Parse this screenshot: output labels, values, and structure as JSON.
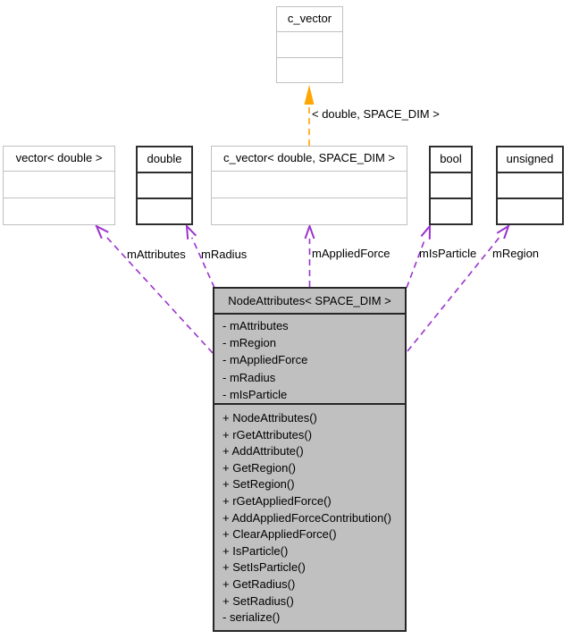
{
  "diagram": {
    "kind": "uml-collaboration-graph",
    "colors": {
      "usage_arrow": "#9a32cd",
      "template_arrow": "#ffa500",
      "light_border": "#c0c0c0",
      "dark_border": "#2e2e2e",
      "main_border": "#262626",
      "main_fill": "#c0c0c0",
      "node_fill": "#ffffff",
      "text": "#000000"
    },
    "nodes": {
      "c_vector_base": {
        "title": "c_vector"
      },
      "vector_double": {
        "title": "vector< double >"
      },
      "double": {
        "title": "double"
      },
      "c_vector_inst": {
        "title": "c_vector< double, SPACE_DIM >"
      },
      "bool": {
        "title": "bool"
      },
      "unsigned": {
        "title": "unsigned"
      }
    },
    "main_class": {
      "title": "NodeAttributes< SPACE_DIM >",
      "attributes": [
        "- mAttributes",
        "- mRegion",
        "- mAppliedForce",
        "- mRadius",
        "- mIsParticle"
      ],
      "methods": [
        "+ NodeAttributes()",
        "+ rGetAttributes()",
        "+ AddAttribute()",
        "+ GetRegion()",
        "+ SetRegion()",
        "+ rGetAppliedForce()",
        "+ AddAppliedForceContribution()",
        "+ ClearAppliedForce()",
        "+ IsParticle()",
        "+ SetIsParticle()",
        "+ GetRadius()",
        "+ SetRadius()",
        "- serialize()"
      ]
    },
    "edge_labels": {
      "template": "< double, SPACE_DIM >",
      "mAttributes": "mAttributes",
      "mRadius": "mRadius",
      "mAppliedForce": "mAppliedForce",
      "mIsParticle": "mIsParticle",
      "mRegion": "mRegion"
    }
  }
}
